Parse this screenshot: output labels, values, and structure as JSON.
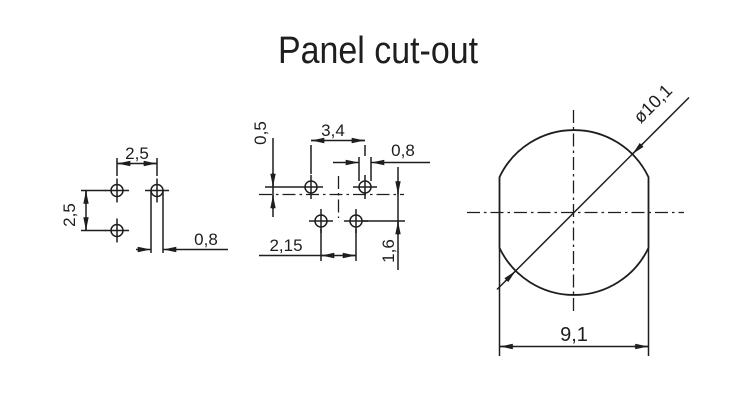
{
  "title": "Panel cut-out",
  "colors": {
    "ink": "#1e1e1e",
    "background": "#ffffff"
  },
  "left_view": {
    "hole_pitch_horizontal": "2,5",
    "hole_pitch_vertical": "2,5",
    "slot_width": "0,8"
  },
  "middle_view": {
    "top_hole_pitch": "3,4",
    "top_row_offset": "0,5",
    "slot_width": "0,8",
    "bottom_hole_pitch": "2,15",
    "bottom_row_offset": "1,6"
  },
  "right_view": {
    "diameter": "ø10,1",
    "width_across_flats": "9,1"
  }
}
